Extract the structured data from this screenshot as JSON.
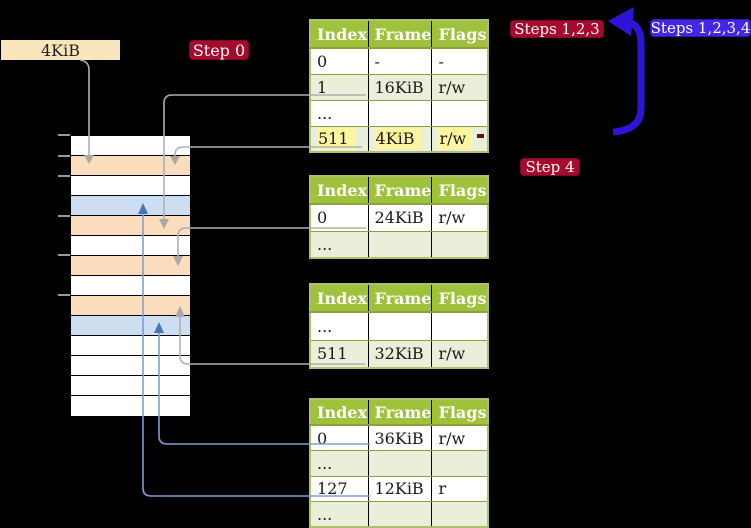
{
  "labels": {
    "page_size": "4KiB",
    "step0": "Step 0",
    "steps123": "Steps 1,2,3",
    "steps1234": "Steps 1,2,3,4",
    "step4": "Step 4"
  },
  "colors": {
    "background": "#000000",
    "table_header": "#a0c13c",
    "table_shaded_row": "#e9efd8",
    "yellow_highlight": "#fdf69e",
    "strip_peach": "#fbdcbd",
    "strip_blue": "#cdddf2",
    "page_size_box": "#f9e6bc",
    "crimson_badge": "#a60b2f",
    "violet_badge": "#4326e6",
    "thick_arrow_blue": "#2d15d8",
    "gray_connector": "#b0b0b0",
    "blue_connector": "#7f9ed6"
  },
  "memory_strip": {
    "rows": [
      {
        "shade": "plain"
      },
      {
        "shade": "peach"
      },
      {
        "shade": "plain"
      },
      {
        "shade": "blue"
      },
      {
        "shade": "peach"
      },
      {
        "shade": "plain"
      },
      {
        "shade": "peach"
      },
      {
        "shade": "plain"
      },
      {
        "shade": "peach"
      },
      {
        "shade": "blue"
      },
      {
        "shade": "plain"
      },
      {
        "shade": "plain"
      },
      {
        "shade": "plain"
      },
      {
        "shade": "plain"
      }
    ]
  },
  "tables": [
    {
      "headers": [
        "Index",
        "Frame",
        "Flags"
      ],
      "rows": [
        {
          "cells": [
            "0",
            "-",
            "-"
          ],
          "highlight": false
        },
        {
          "cells": [
            "1",
            "16KiB",
            "r/w"
          ],
          "highlight": false
        },
        {
          "cells": [
            "...",
            "",
            ""
          ],
          "highlight": false
        },
        {
          "cells": [
            "511",
            "4KiB",
            "r/w"
          ],
          "highlight": true
        }
      ]
    },
    {
      "headers": [
        "Index",
        "Frame",
        "Flags"
      ],
      "rows": [
        {
          "cells": [
            "0",
            "24KiB",
            "r/w"
          ],
          "highlight": false
        },
        {
          "cells": [
            "...",
            "",
            ""
          ],
          "highlight": false
        }
      ]
    },
    {
      "headers": [
        "Index",
        "Frame",
        "Flags"
      ],
      "rows": [
        {
          "cells": [
            "...",
            "",
            ""
          ],
          "highlight": false
        },
        {
          "cells": [
            "511",
            "32KiB",
            "r/w"
          ],
          "highlight": false
        }
      ]
    },
    {
      "headers": [
        "Index",
        "Frame",
        "Flags"
      ],
      "rows": [
        {
          "cells": [
            "0",
            "36KiB",
            "r/w"
          ],
          "highlight": false
        },
        {
          "cells": [
            "...",
            "",
            ""
          ],
          "highlight": false
        },
        {
          "cells": [
            "127",
            "12KiB",
            "r"
          ],
          "highlight": false
        },
        {
          "cells": [
            "...",
            "",
            ""
          ],
          "highlight": false
        }
      ]
    }
  ]
}
